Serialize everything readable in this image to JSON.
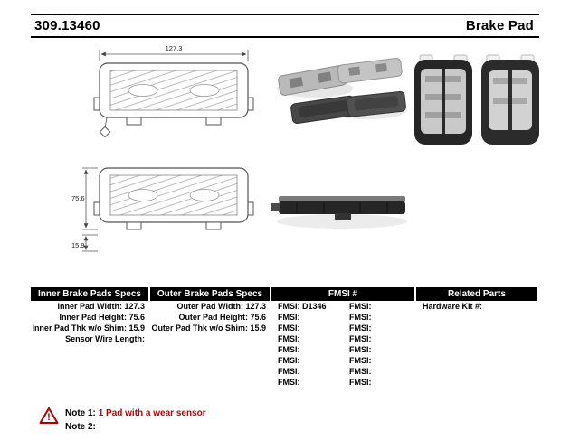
{
  "header": {
    "part_number": "309.13460",
    "product_type": "Brake Pad"
  },
  "drawings": {
    "dim_width": "127.3",
    "dim_height": "75.6",
    "dim_thickness": "15.9"
  },
  "specs_table": {
    "inner": {
      "header": "Inner Brake Pads Specs",
      "rows": [
        {
          "label": "Inner Pad Width:",
          "value": "127.3"
        },
        {
          "label": "Inner Pad Height:",
          "value": "75.6"
        },
        {
          "label": "Inner Pad Thk w/o Shim:",
          "value": "15.9"
        },
        {
          "label": "Sensor Wire Length:",
          "value": ""
        }
      ]
    },
    "outer": {
      "header": "Outer Brake Pads Specs",
      "rows": [
        {
          "label": "Outer Pad Width:",
          "value": "127.3"
        },
        {
          "label": "Outer Pad Height:",
          "value": "75.6"
        },
        {
          "label": "Outer Pad Thk w/o Shim:",
          "value": "15.9"
        }
      ]
    },
    "fmsi": {
      "header": "FMSI #",
      "rows": [
        {
          "ll": "FMSI:",
          "lv": "D1346",
          "rl": "FMSI:",
          "rv": ""
        },
        {
          "ll": "FMSI:",
          "lv": "",
          "rl": "FMSI:",
          "rv": ""
        },
        {
          "ll": "FMSI:",
          "lv": "",
          "rl": "FMSI:",
          "rv": ""
        },
        {
          "ll": "FMSI:",
          "lv": "",
          "rl": "FMSI:",
          "rv": ""
        },
        {
          "ll": "FMSI:",
          "lv": "",
          "rl": "FMSI:",
          "rv": ""
        },
        {
          "ll": "FMSI:",
          "lv": "",
          "rl": "FMSI:",
          "rv": ""
        },
        {
          "ll": "FMSI:",
          "lv": "",
          "rl": "FMSI:",
          "rv": ""
        },
        {
          "ll": "FMSI:",
          "lv": "",
          "rl": "FMSI:",
          "rv": ""
        }
      ]
    },
    "related": {
      "header": "Related Parts",
      "rows": [
        {
          "label": "Hardware Kit #:",
          "value": ""
        }
      ]
    }
  },
  "notes": {
    "note1_label": "Note 1:",
    "note1_text": "1 Pad with a wear sensor",
    "note2_label": "Note 2:",
    "note2_text": ""
  },
  "colors": {
    "accent_red": "#bb0000",
    "header_bar": "#000000"
  }
}
